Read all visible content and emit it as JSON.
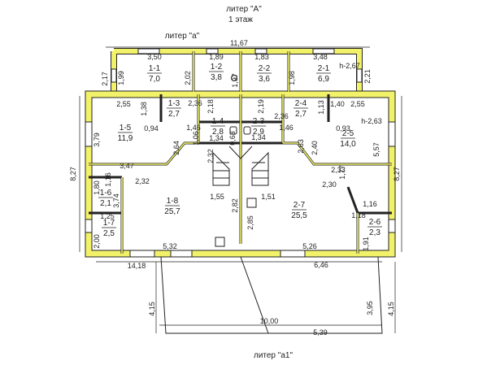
{
  "header": {
    "title": "литер \"А\"",
    "subtitle": "1 этаж"
  },
  "labels": {
    "lit_a_small": "литер \"а\"",
    "lit_a1": "литер \"а1\""
  },
  "rooms": [
    {
      "id": "1-1",
      "area": "7,0"
    },
    {
      "id": "1-2",
      "area": "3,8"
    },
    {
      "id": "2-2",
      "area": "3,6"
    },
    {
      "id": "2-1",
      "area": "6,9"
    },
    {
      "id": "1-3",
      "area": "2,7"
    },
    {
      "id": "2-4",
      "area": "2,7"
    },
    {
      "id": "1-4",
      "area": "2,8"
    },
    {
      "id": "2-3",
      "area": "2,9"
    },
    {
      "id": "1-5",
      "area": "11,9"
    },
    {
      "id": "2-5",
      "area": "14,0"
    },
    {
      "id": "1-6",
      "area": "2,1"
    },
    {
      "id": "1-7",
      "area": "2,5"
    },
    {
      "id": "1-8",
      "area": "25,7"
    },
    {
      "id": "2-7",
      "area": "25,5"
    },
    {
      "id": "2-6",
      "area": "2,3"
    }
  ],
  "dimensions": {
    "top_total": "11,67",
    "r11_w": "3,50",
    "r12_w": "1,89",
    "r22_w": "1,83",
    "r21_w": "3,48",
    "h267": "h-2,67",
    "v217": "2,17",
    "v199": "1,99",
    "v202": "2,02",
    "v197": "1,97",
    "v198": "1,98",
    "v221": "2,21",
    "d255a": "2,55",
    "d138": "1,38",
    "d236a": "2,36",
    "d218": "2,18",
    "d219": "2,19",
    "d236b": "2,36",
    "d113": "1,13",
    "d140": "1,40",
    "d255b": "2,55",
    "h263": "h-2,63",
    "d094": "0,94",
    "d146a": "1,46",
    "d146b": "1,46",
    "d093": "0,93",
    "d134a": "1,34",
    "d134b": "1,34",
    "d106": "1,06",
    "d063": "0,63",
    "v379": "3,79",
    "d264": "2,64",
    "d232v": "2,32",
    "d263": "2,63",
    "d240": "2,40",
    "v557": "5,57",
    "v827l": "8,27",
    "v827r": "8,27",
    "d347": "3,47",
    "d232h": "2,32",
    "d233": "2,33",
    "d230": "2,30",
    "d177": "1,77",
    "d116a": "1,16",
    "d180": "1,80",
    "d374": "3,74",
    "d155": "1,55",
    "d282": "2,82",
    "d151": "1,51",
    "d116b": "1,16",
    "d125": "1,25",
    "d118": "1,18",
    "d285": "2,85",
    "d200": "2,00",
    "d191": "1,91",
    "d532": "5,32",
    "d526": "5,26",
    "d1418": "14,18",
    "d646": "6,46",
    "v415l": "4,15",
    "v395": "3,95",
    "v415r": "4,15",
    "d1000": "10,00",
    "d539": "5,39"
  }
}
